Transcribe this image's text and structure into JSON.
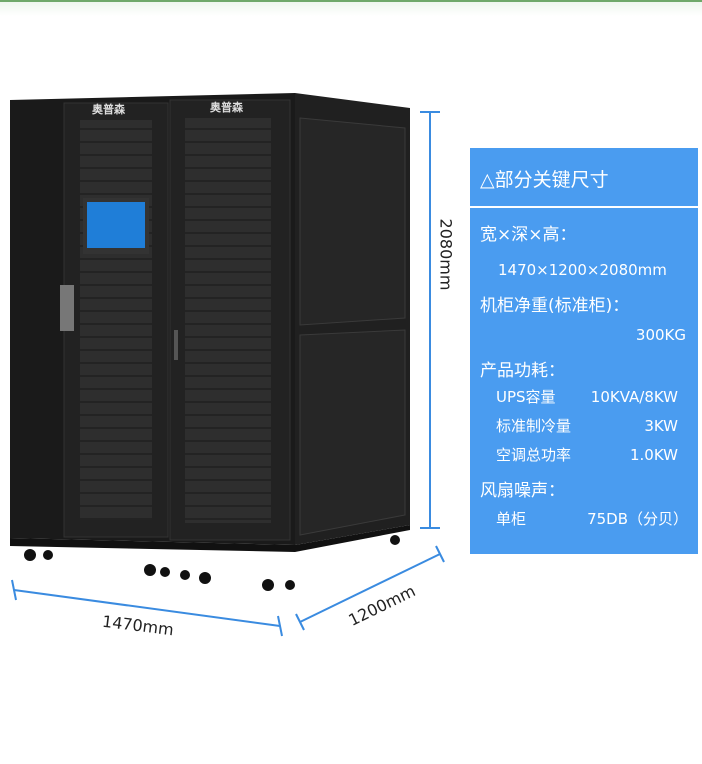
{
  "brand": "奥普森",
  "dimensions": {
    "height": "2080mm",
    "width": "1470mm",
    "depth": "1200mm"
  },
  "panel": {
    "title": "△部分关键尺寸",
    "size_label": "宽×深×高：",
    "size_value": "1470×1200×2080mm",
    "weight_label": "机柜净重(标准柜)：",
    "weight_value": "300KG",
    "power_label": "产品功耗：",
    "power_rows": [
      {
        "name": "UPS容量",
        "value": "10KVA/8KW"
      },
      {
        "name": "标准制冷量",
        "value": "3KW"
      },
      {
        "name": "空调总功率",
        "value": "1.0KW"
      }
    ],
    "noise_label": "风扇噪声：",
    "noise_rows": [
      {
        "name": "单柜",
        "value": "75DB（分贝）"
      }
    ]
  },
  "colors": {
    "panel": "#4a9cf0",
    "dimline": "#3a8be0",
    "cabinet": "#1c1c1c"
  }
}
